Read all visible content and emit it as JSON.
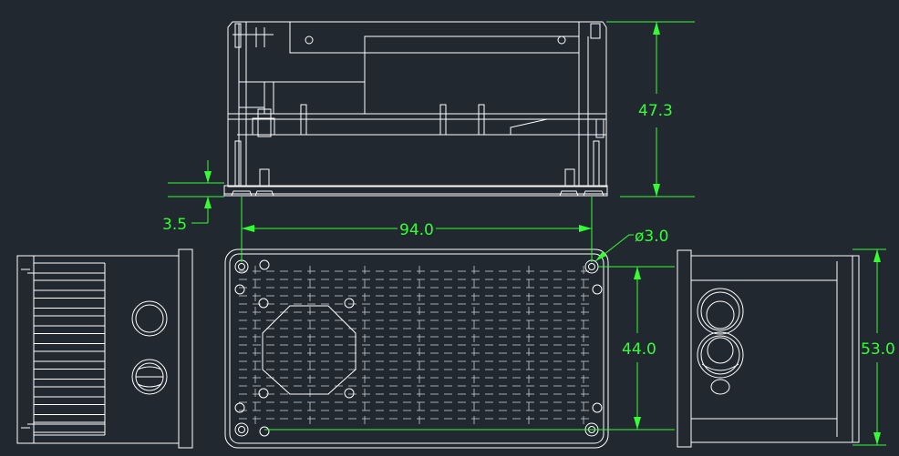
{
  "drawing": {
    "background": "#212830",
    "line_color": "#ffffff",
    "dimension_color": "#33ff33",
    "dimensions": {
      "height": "47.3",
      "base_thickness": "3.5",
      "hole_spacing_length": "94.0",
      "hole_diameter": "ø3.0",
      "hole_spacing_width": "44.0",
      "overall_width": "53.0"
    }
  }
}
